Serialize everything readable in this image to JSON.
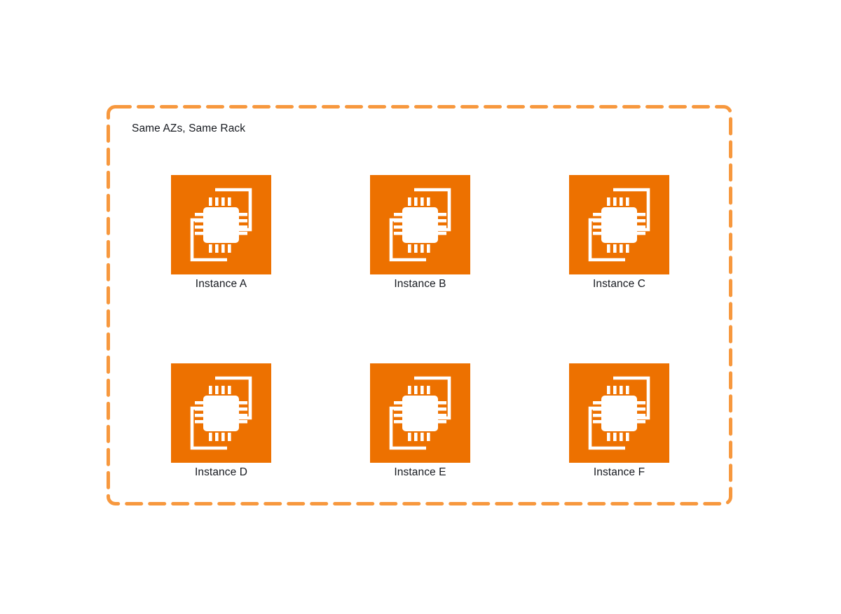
{
  "diagram": {
    "title": "Same AZs, Same Rack",
    "background_color": "#FFFFFF",
    "group": {
      "label": "Same AZs, Same Rack",
      "border_color": "#F7983E",
      "border_style": "dashed"
    },
    "colors": {
      "tile_orange": "#ED7100",
      "border_orange": "#F7983E",
      "icon_white": "#FFFFFF",
      "text_dark": "#16191F"
    },
    "icon": {
      "name": "ec2-instance-icon",
      "service": "Amazon EC2"
    },
    "rows": [
      {
        "cells": [
          {
            "label": "Instance A",
            "icon": "ec2-instance-icon"
          },
          {
            "label": "Instance B",
            "icon": "ec2-instance-icon"
          },
          {
            "label": "Instance C",
            "icon": "ec2-instance-icon"
          }
        ]
      },
      {
        "cells": [
          {
            "label": "Instance D",
            "icon": "ec2-instance-icon"
          },
          {
            "label": "Instance E",
            "icon": "ec2-instance-icon"
          },
          {
            "label": "Instance F",
            "icon": "ec2-instance-icon"
          }
        ]
      }
    ]
  }
}
